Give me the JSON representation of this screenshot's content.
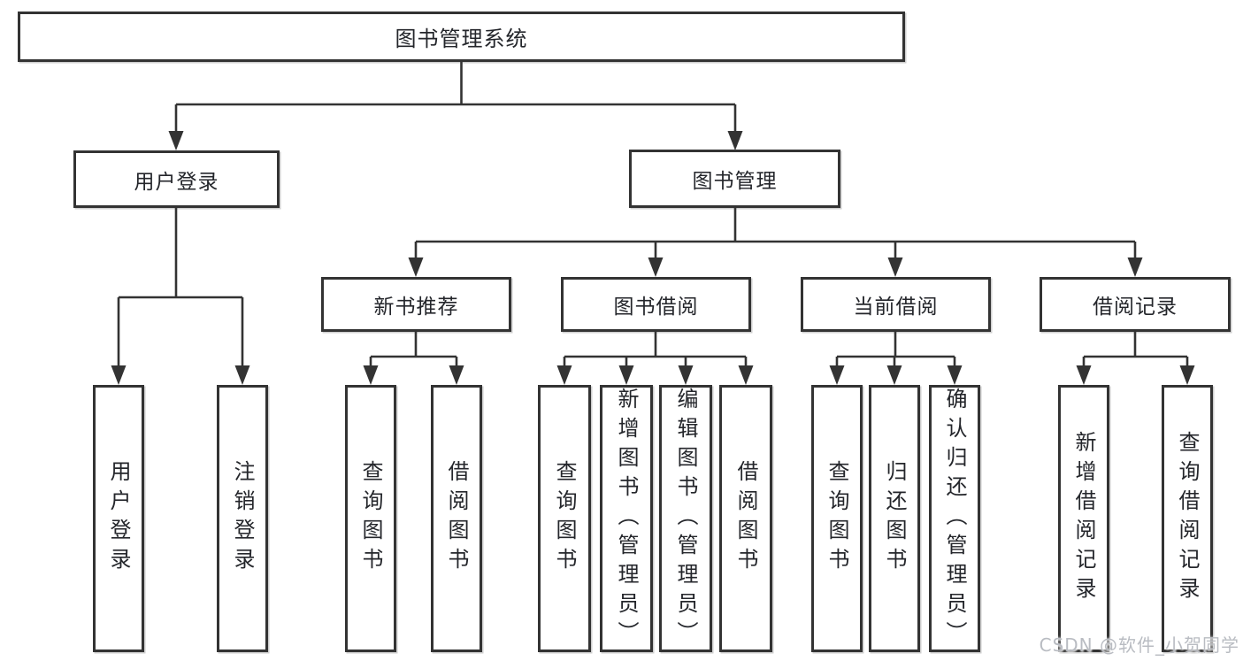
{
  "colors": {
    "line": "#333333",
    "text": "#24262b",
    "box_bg": "#ffffff",
    "watermark_color": "#b9bcc2"
  },
  "watermark": "CSDN @软件_小贺同学",
  "tree": {
    "root": "图书管理系统",
    "branches": [
      {
        "label": "用户登录",
        "children": [
          "用户登录",
          "注销登录"
        ]
      },
      {
        "label": "图书管理",
        "groups": [
          {
            "label": "新书推荐",
            "children": [
              "查询图书",
              "借阅图书"
            ]
          },
          {
            "label": "图书借阅",
            "children": [
              "查询图书",
              "新增图书（管理员）",
              "编辑图书（管理员）",
              "借阅图书"
            ]
          },
          {
            "label": "当前借阅",
            "children": [
              "查询图书",
              "归还图书",
              "确认归还（管理员）"
            ]
          },
          {
            "label": "借阅记录",
            "children": [
              "新增借阅记录",
              "查询借阅记录"
            ]
          }
        ]
      }
    ]
  }
}
